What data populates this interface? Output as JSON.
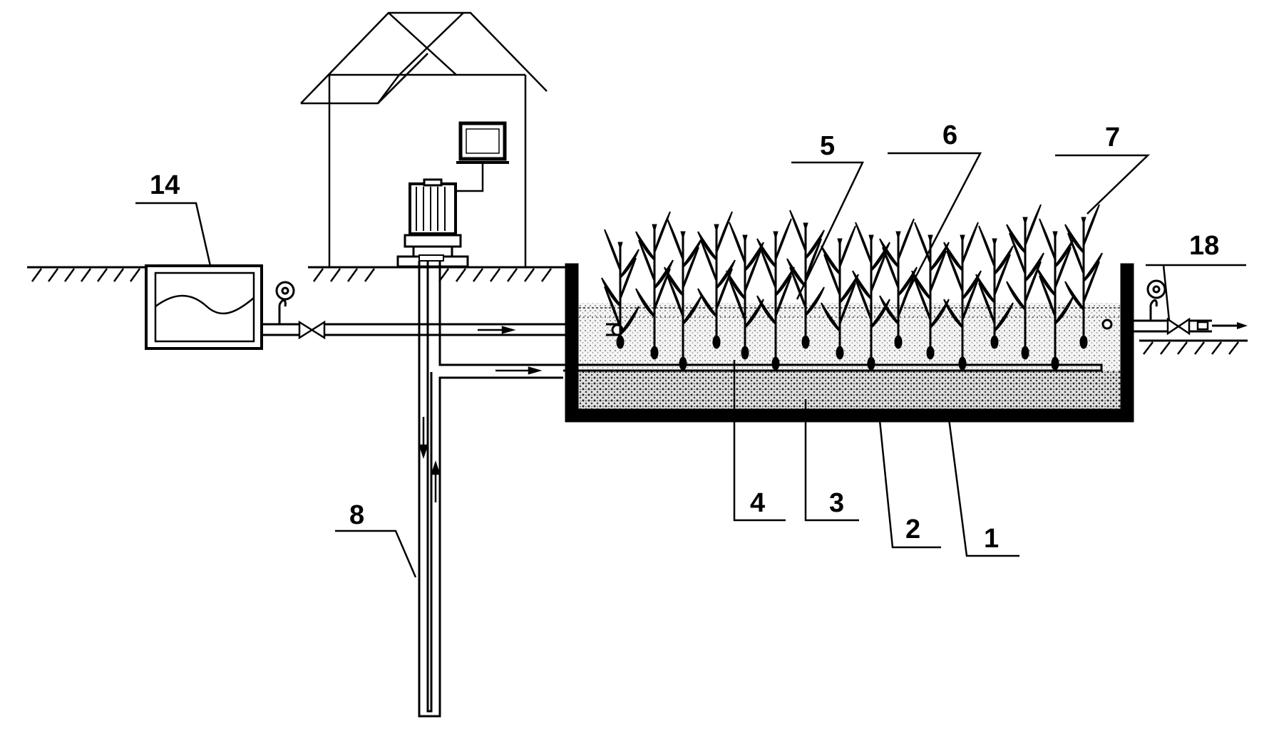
{
  "diagram": {
    "labels": {
      "l1": "1",
      "l2": "2",
      "l3": "3",
      "l4": "4",
      "l5": "5",
      "l6": "6",
      "l7": "7",
      "l8": "8",
      "l14": "14",
      "l18": "18"
    },
    "colors": {
      "line": "#000000",
      "background": "#ffffff",
      "gravel_fill": "#d9d9d9",
      "soil_fill": "#f0f0f0"
    },
    "icons": [
      "house-icon",
      "monitor-icon",
      "pump-motor-icon",
      "flow-meter-icon",
      "valve-icon",
      "reed-plant-icon",
      "arrow-icon"
    ]
  }
}
